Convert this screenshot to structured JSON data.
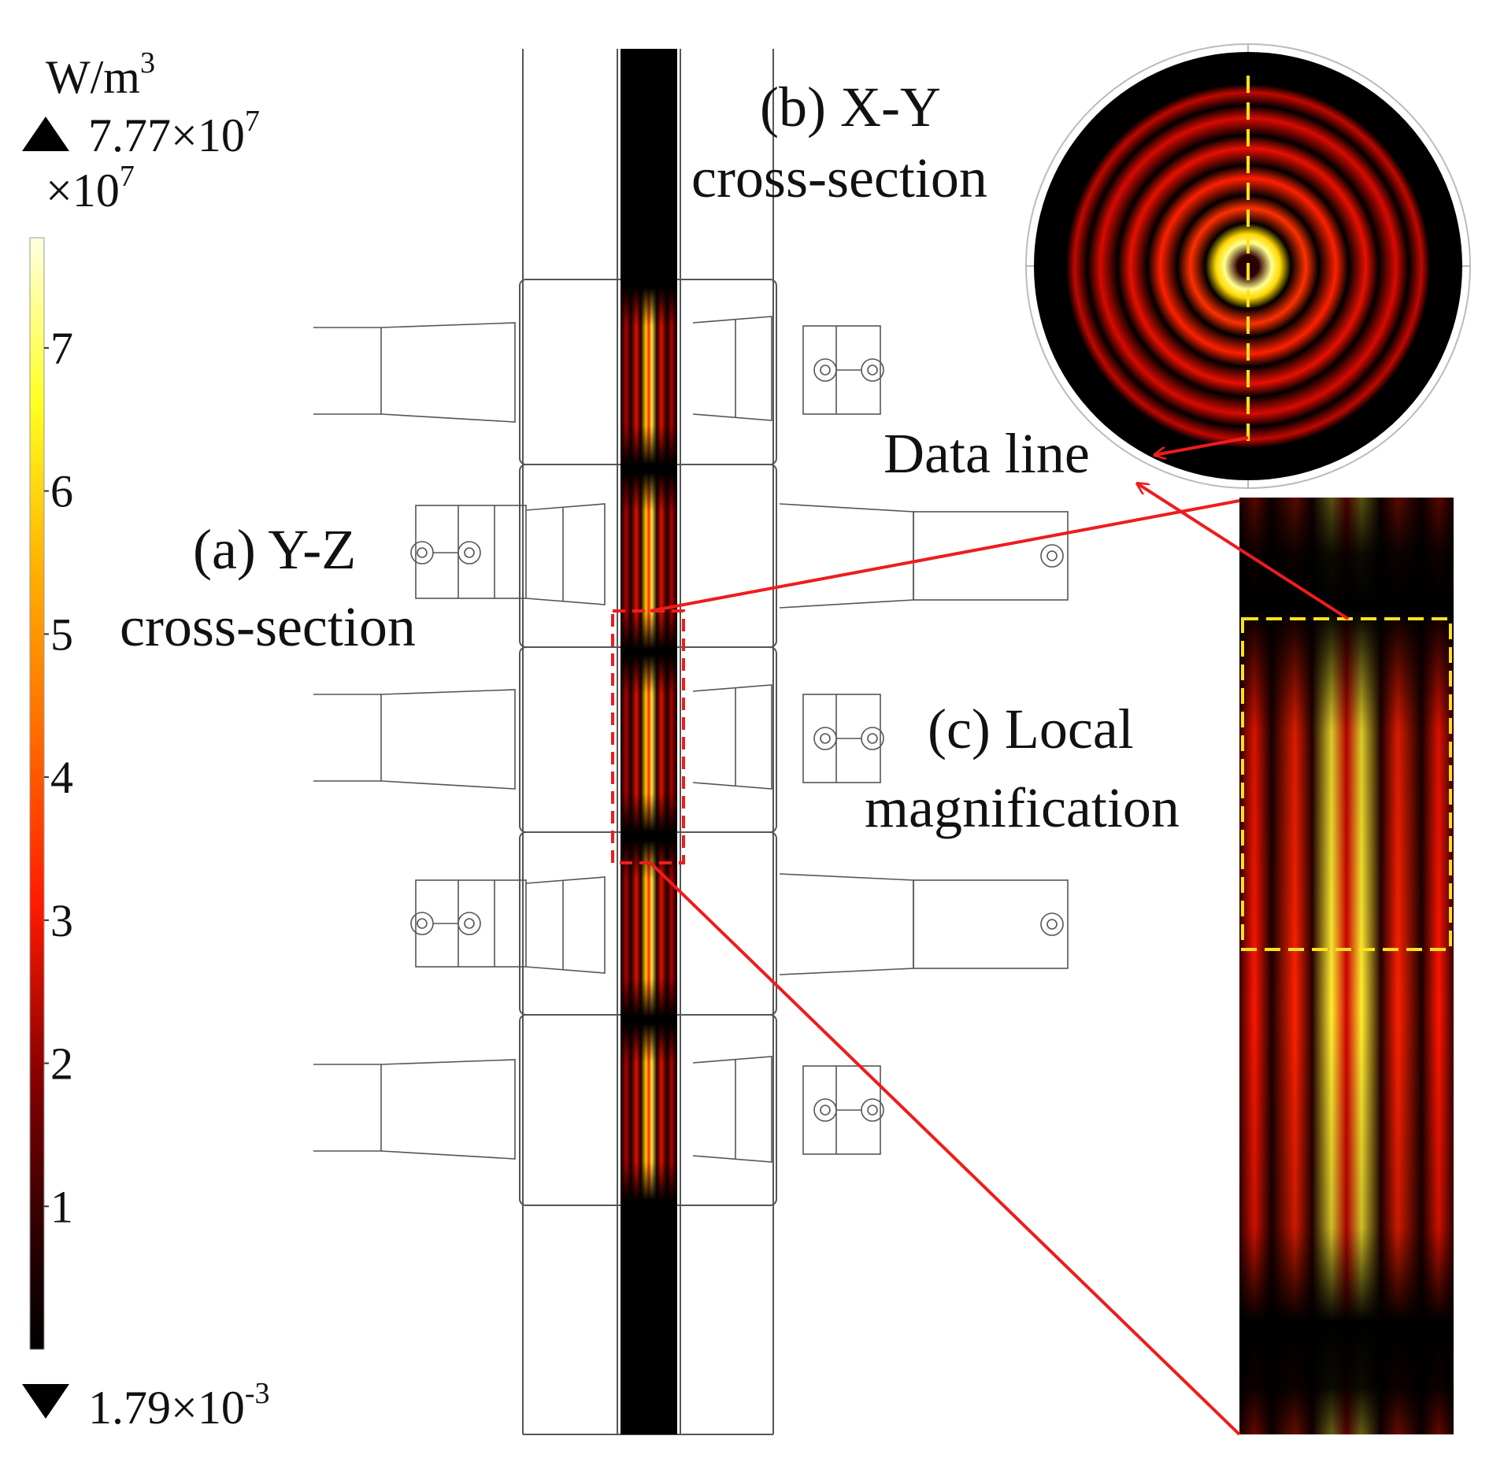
{
  "colorbar": {
    "unit_base": "W/m",
    "unit_sup": "3",
    "max_mantissa": "7.77×10",
    "max_exp": "7",
    "multiplier_base": "×10",
    "multiplier_exp": "7",
    "ticks": [
      "7",
      "6",
      "5",
      "4",
      "3",
      "2",
      "1"
    ],
    "min_mantissa": "1.79×10",
    "min_exp": "-3",
    "max_value": 7.77,
    "colormap": [
      "#000000",
      "#2a0000",
      "#8a0000",
      "#ff1a00",
      "#ff6a00",
      "#ffb000",
      "#ffff20",
      "#ffffe0"
    ]
  },
  "panels": {
    "a_line1": "(a) Y-Z",
    "a_line2": "cross-section",
    "b_line1": "(b) X-Y",
    "b_line2": "cross-section",
    "c_line1": "(c) Local",
    "c_line2": "magnification",
    "data_line": "Data line"
  },
  "colors": {
    "callout_red": "#ee1c1c",
    "highlight_yellow": "#ffe21a",
    "outline_gray": "#555555"
  }
}
